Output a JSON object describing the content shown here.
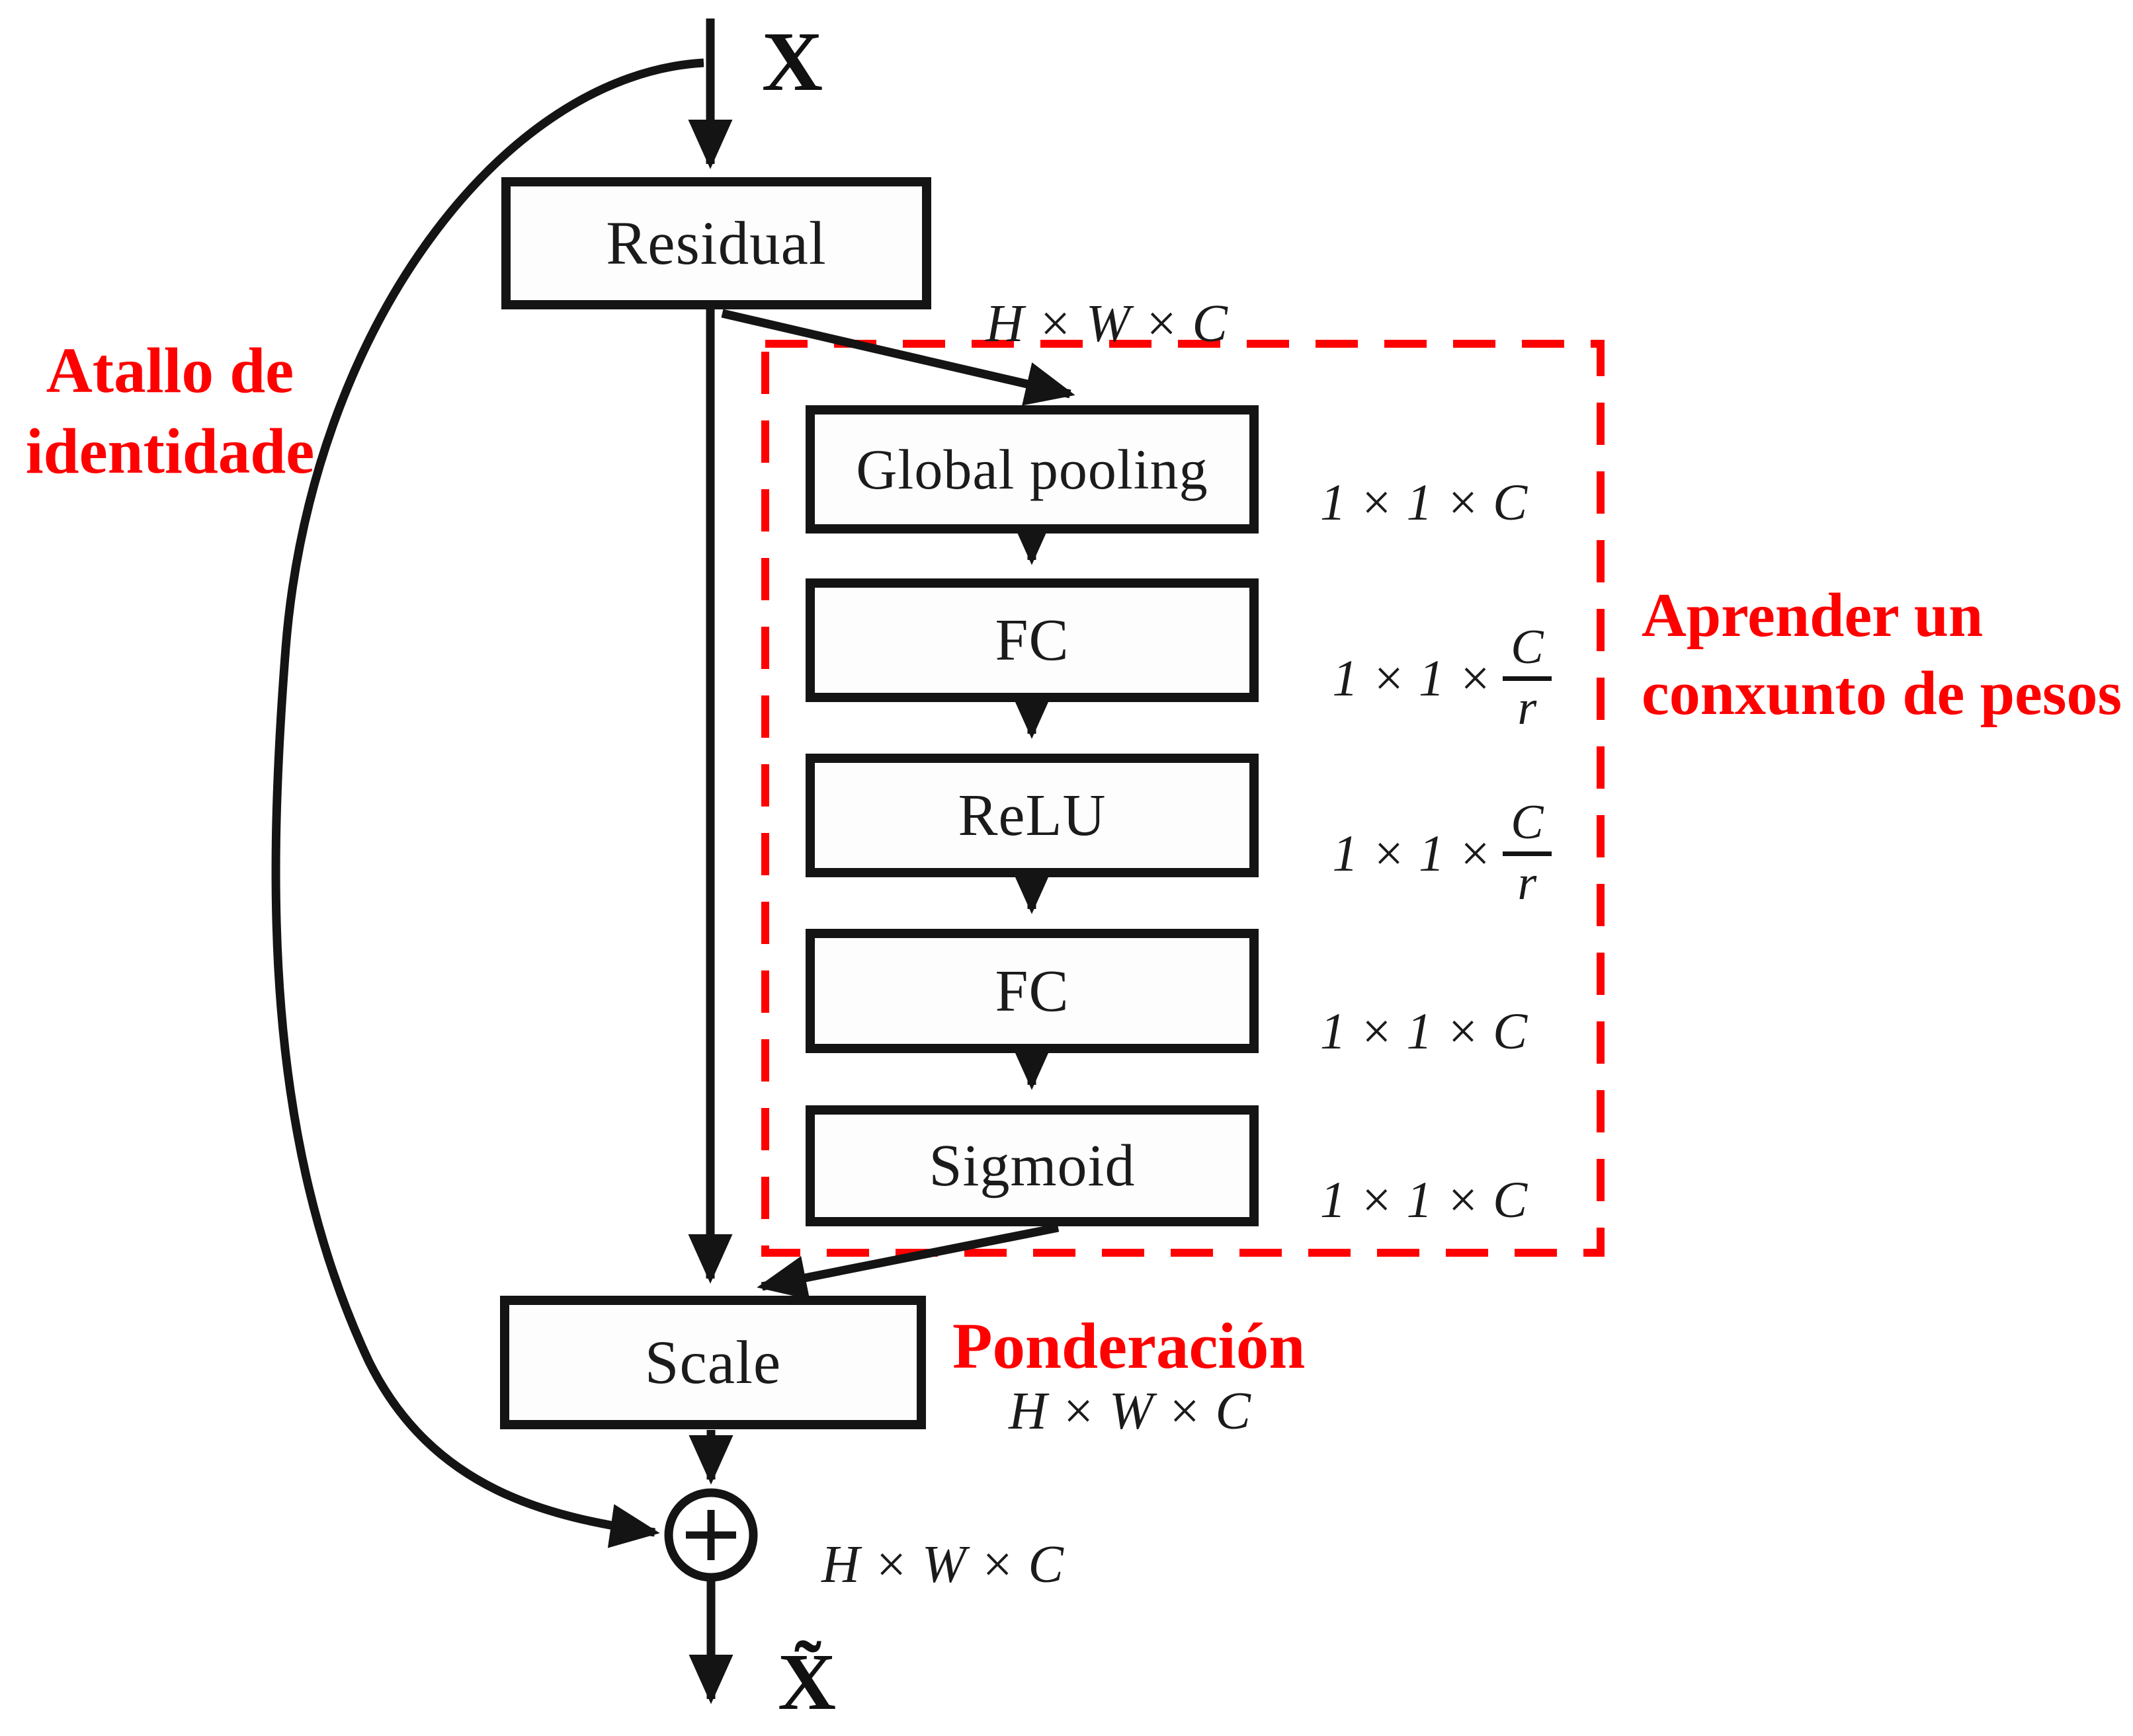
{
  "labels": {
    "input": "X",
    "output": "X̃"
  },
  "boxes": {
    "residual": "Residual",
    "global_pooling": "Global pooling",
    "fc1": "FC",
    "relu": "ReLU",
    "fc2": "FC",
    "sigmoid": "Sigmoid",
    "scale": "Scale"
  },
  "dims": {
    "hwc": "H × W × C",
    "c11": "1 × 1 × C",
    "prefix": "1 × 1 ×",
    "frac_num": "C",
    "frac_den": "r"
  },
  "annotations": {
    "identity_line1": "Atallo de",
    "identity_line2": "identidade",
    "weights_line1": "Aprender un",
    "weights_line2": "conxunto de pesos",
    "weighting": "Ponderación"
  },
  "colors": {
    "annotation_red": "#FF0000",
    "diagram_black": "#141414"
  }
}
